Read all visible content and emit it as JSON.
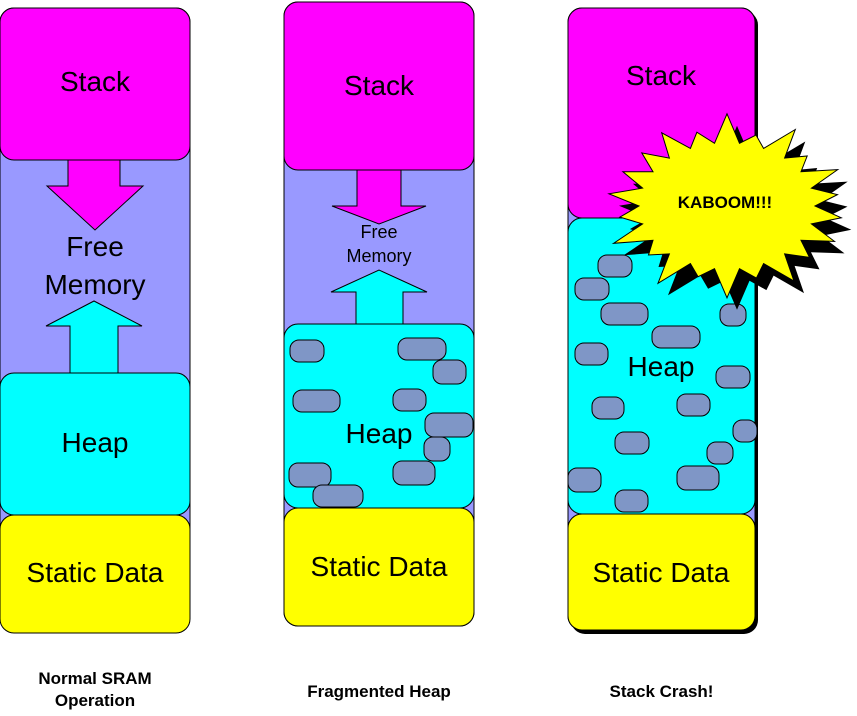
{
  "colors": {
    "stack": "#ff00ff",
    "free_memory": "#9999ff",
    "heap": "#00ffff",
    "static_data": "#ffff00",
    "fragment": "#7f96c6",
    "explosion": "#ffff00",
    "explosion_shadow": "#000000"
  },
  "columns": [
    {
      "id": "normal",
      "stack_label": "Stack",
      "free_label_1": "Free",
      "free_label_2": "Memory",
      "heap_label": "Heap",
      "static_label": "Static Data",
      "caption_1": "Normal SRAM",
      "caption_2": "Operation"
    },
    {
      "id": "fragmented",
      "stack_label": "Stack",
      "free_label_1": "Free",
      "free_label_2": "Memory",
      "heap_label": "Heap",
      "static_label": "Static Data",
      "caption_1": "Fragmented Heap"
    },
    {
      "id": "crash",
      "stack_label": "Stack",
      "heap_label": "Heap",
      "static_label": "Static Data",
      "explosion_label": "KABOOM!!!",
      "caption_1": "Stack Crash!"
    }
  ]
}
